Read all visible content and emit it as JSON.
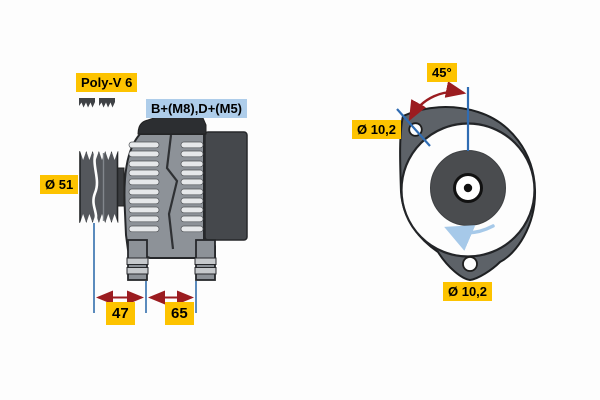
{
  "title": "Alternator technical diagram",
  "colors": {
    "label_yellow": "#fdc300",
    "label_blue": "#aecdea",
    "dimension_blue": "#336fad",
    "dimension_red": "#9b1c20",
    "rotation_arrow_blue": "#a6c9e9",
    "body_gray": "#8d9298",
    "pulley_gray": "#54575c",
    "rear_housing_gray": "#45484c",
    "rotor_gray": "#4a4c4f",
    "outline_dark": "#26282b"
  },
  "side_view": {
    "belt_label": "Poly-V 6",
    "terminals_label": "B+(M8),D+(M5)",
    "pulley_diameter": "Ø 51",
    "dim_pulley_to_mount": "47",
    "dim_mount_span": "65"
  },
  "rear_view": {
    "mount_angle": "45°",
    "hole_top_diameter": "Ø 10,2",
    "hole_bottom_diameter": "Ø 10,2"
  }
}
